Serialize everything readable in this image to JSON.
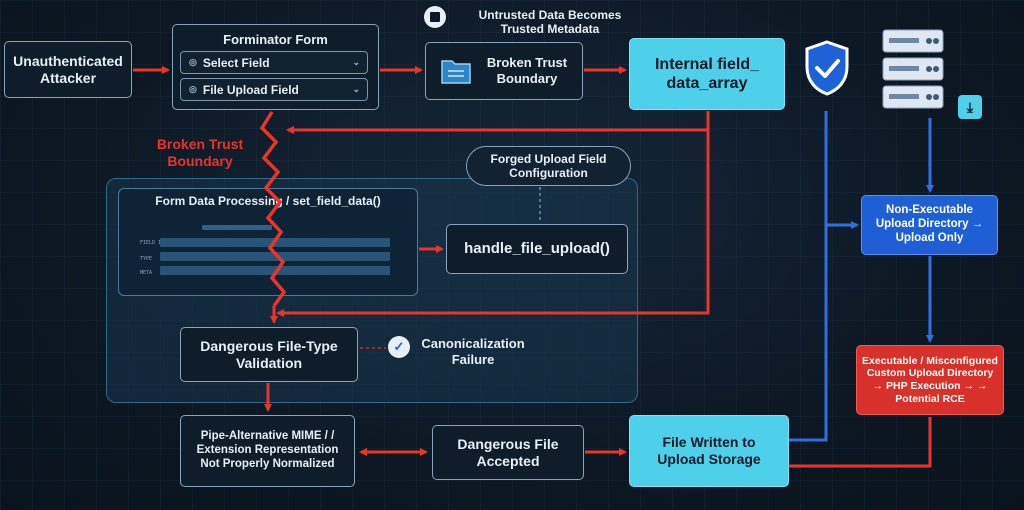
{
  "colors": {
    "background": "#0d1824",
    "arrow_red": "#e8352c",
    "arrow_blue": "#2f6fe0",
    "accent_cyan": "#4fd0ea",
    "accent_blue": "#1f5fd6",
    "accent_red": "#d8312b"
  },
  "nodes": {
    "attacker": "Unauthenticated Attacker",
    "forminator": {
      "title": "Forminator Form",
      "select_field": "Select Field",
      "file_upload_field": "File Upload Field"
    },
    "untrusted_note": "Untrusted Data Becomes Trusted Metadata",
    "broken_trust_box": "Broken Trust Boundary",
    "broken_trust_label": "Broken Trust Boundary",
    "internal_field": "Internal field_ data_array",
    "forged_config": "Forged Upload Field Configuration",
    "processing_title": "Form Data Processing / set_field_data()",
    "processing_rows": [
      "FIELD ID",
      "TYPE",
      "META"
    ],
    "handle_upload": "handle_file_upload()",
    "validation": "Dangerous File-Type Validation",
    "canonicalization": "Canonicalization Failure",
    "pipe_alternative": "Pipe-Alternative MIME / / Extension Representation Not Properly Normalized",
    "dangerous_accepted": "Dangerous File Accepted",
    "file_written": "File Written to Upload Storage",
    "non_exec_dir": "Non-Executable Upload Directory → Upload Only",
    "exec_dir": "Executable / Misconfigured Custom Upload Directory → PHP Execution → → Potential RCE"
  },
  "icons": {
    "chip": "chip-icon",
    "folder": "folder-icon",
    "shield": "shield-check-icon",
    "server": "server-stack-icon",
    "download": "download-icon",
    "chevron": "chevron-down-icon",
    "target": "target-icon",
    "check_badge": "check-badge-icon"
  }
}
